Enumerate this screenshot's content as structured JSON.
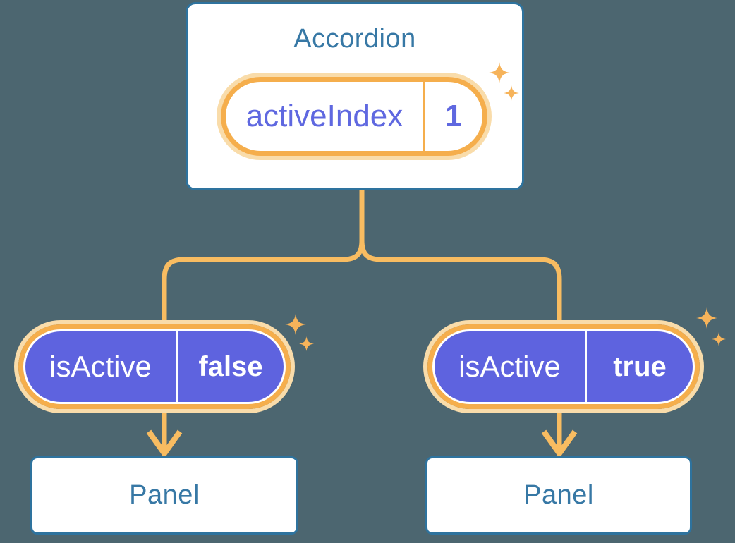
{
  "colors": {
    "bg": "#4C6670",
    "box-border": "#2E739E",
    "box-text": "#3778A5",
    "purple": "#5E63DF",
    "purple-text": "#5F68E0",
    "orange": "#F5AE4C",
    "glow": "#F9DCAA",
    "line": "#F8BC61",
    "sparkle": "#F6B35A",
    "white": "#FFFFFF"
  },
  "accordion": {
    "title": "Accordion",
    "state": {
      "name": "activeIndex",
      "value": "1"
    }
  },
  "children": [
    {
      "prop": {
        "name": "isActive",
        "value": "false"
      },
      "panel": {
        "title": "Panel"
      }
    },
    {
      "prop": {
        "name": "isActive",
        "value": "true"
      },
      "panel": {
        "title": "Panel"
      }
    }
  ],
  "decorations": {
    "sparkle_icon": "four-point-star"
  }
}
